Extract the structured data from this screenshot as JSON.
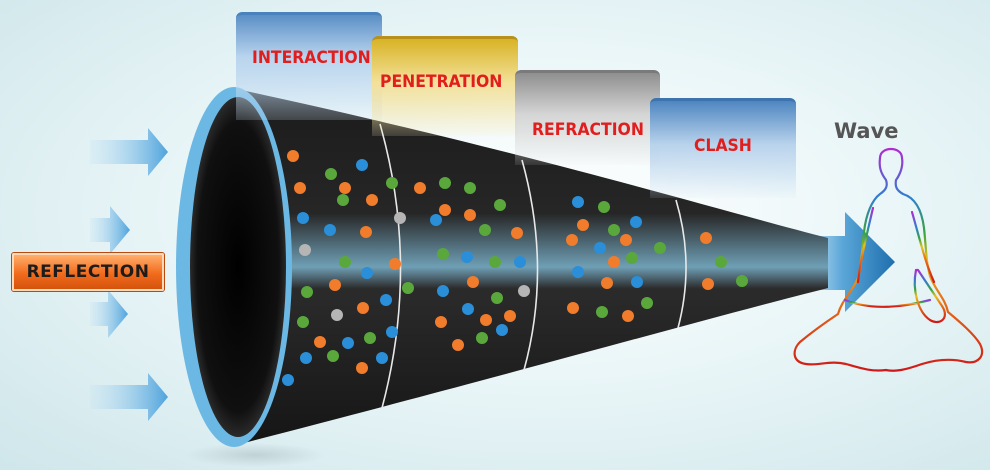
{
  "labels": {
    "interaction": "INTERACTION",
    "penetration": "PENETRATION",
    "refraction": "REFRACTION",
    "clash": "CLASH",
    "reflection": "REFLECTION",
    "wave": "Wave"
  },
  "colors": {
    "interaction_box": "#5b8fc6",
    "penetration_box": "#d8b325",
    "refraction_box": "#8f8f8f",
    "clash_box": "#4f86c0",
    "label_text": "#e11d1d",
    "reflection_button": "#f26b1d",
    "arrow": "#5aa9de",
    "cone": "#111111",
    "cone_rim": "#6cb8e4"
  },
  "icons": {
    "input_arrows": "right-arrow-icon",
    "output_arrow": "large-right-arrow-icon",
    "figure": "meditating-figure-icon"
  }
}
